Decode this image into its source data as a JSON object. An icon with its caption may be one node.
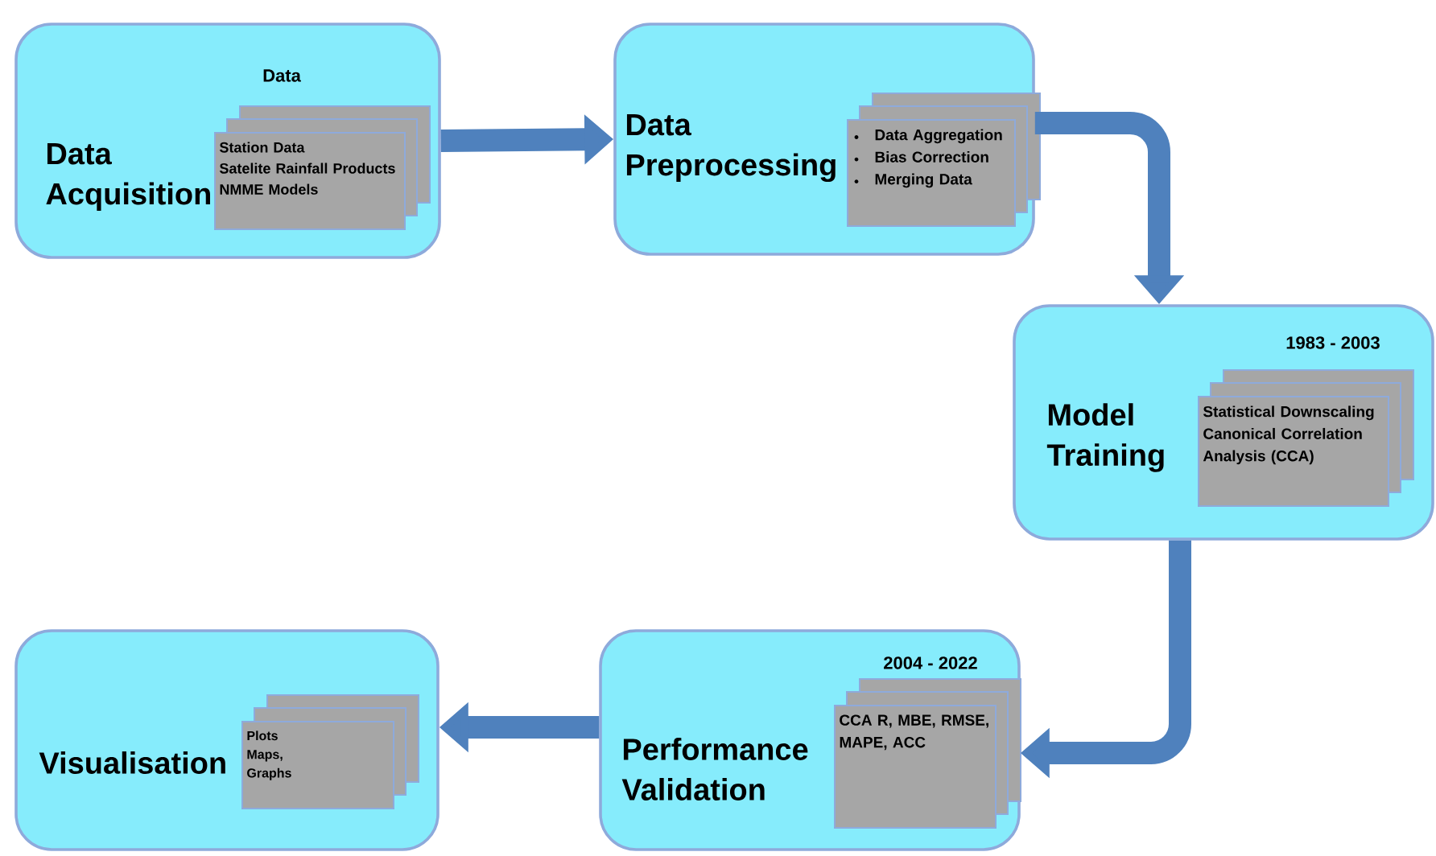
{
  "diagram": {
    "nodes": [
      {
        "text": [
          "Data Acquisition"
        ]
      },
      {
        "text": [
          "Station Data",
          "Satelite Rainfall Products",
          "NMME Models"
        ],
        "in": 0,
        "beside": [
          "Data"
        ]
      },
      {
        "text": [
          "Data Preprocessing"
        ]
      },
      {
        "text": [
          "Data Aggregation",
          "Bias Correction",
          "Merging Data"
        ],
        "in": 2
      },
      {
        "text": [
          "Model Training"
        ]
      },
      {
        "text": [
          "Statistical Downscaling",
          "Canonical Correlation Analysis (CCA)"
        ],
        "in": 4,
        "beside": [
          "1983 - 2003"
        ]
      },
      {
        "text": [
          "Performance Validation"
        ]
      },
      {
        "text": [
          "CCA R, MBE, RMSE, MAPE, ACC"
        ],
        "in": 6,
        "beside": [
          "2004 - 2022"
        ]
      },
      {
        "text": [
          "Visualisation"
        ]
      },
      {
        "text": [
          "Plots",
          "Maps,",
          "Graphs"
        ],
        "in": 8
      }
    ],
    "edges": [
      {
        "from": 0,
        "to": 2,
        "arrow": "to"
      },
      {
        "from": 2,
        "to": 4,
        "arrow": "to"
      },
      {
        "from": 4,
        "to": 6,
        "arrow": "to"
      },
      {
        "from": 6,
        "to": 8,
        "arrow": "to"
      }
    ]
  }
}
